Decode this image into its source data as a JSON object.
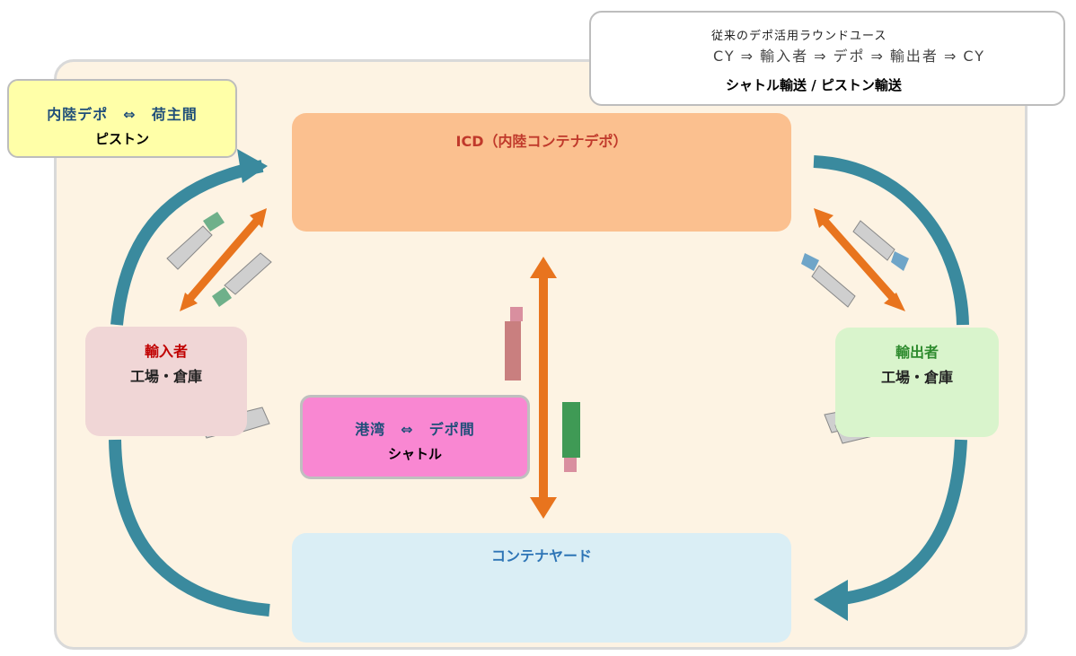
{
  "legend": {
    "title": "従来のデポ活用ラウンドユース",
    "flow": [
      "CY",
      "輸入者",
      "デポ",
      "輸出者",
      "CY"
    ],
    "flow_arrow": "⇒",
    "shuttle_label": "シャトル輸送 / ピストン輸送"
  },
  "piston_box": {
    "route": "内陸デポ　⇔　荷主間",
    "label": "ピストン"
  },
  "icd": {
    "title": "ICD（内陸コンテナデポ）"
  },
  "container_yard": {
    "title": "コンテナヤード"
  },
  "importer": {
    "name": "輸入者",
    "facility": "工場・倉庫"
  },
  "exporter": {
    "name": "輸出者",
    "facility": "工場・倉庫"
  },
  "shuttle_box": {
    "route": "港湾　⇔　デポ間",
    "label": "シャトル"
  },
  "colors": {
    "round_use_arrow": "#3a8a9e",
    "shuttle_arrow": "#e8741e",
    "background": "#fdf3e3"
  }
}
